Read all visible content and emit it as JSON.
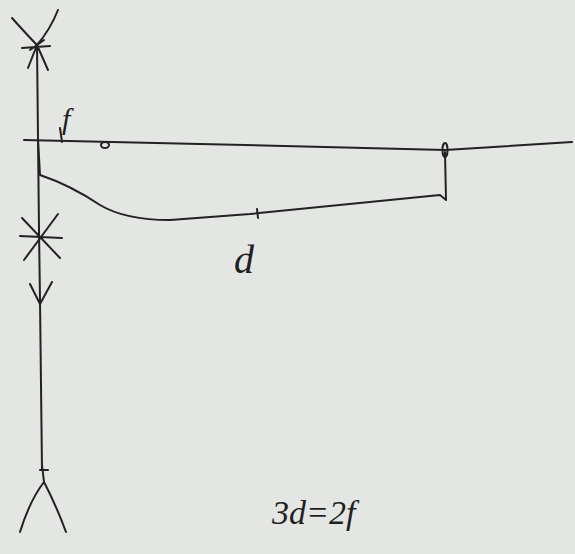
{
  "diagram": {
    "labels": [
      "f",
      "d",
      "3d=2f"
    ]
  }
}
